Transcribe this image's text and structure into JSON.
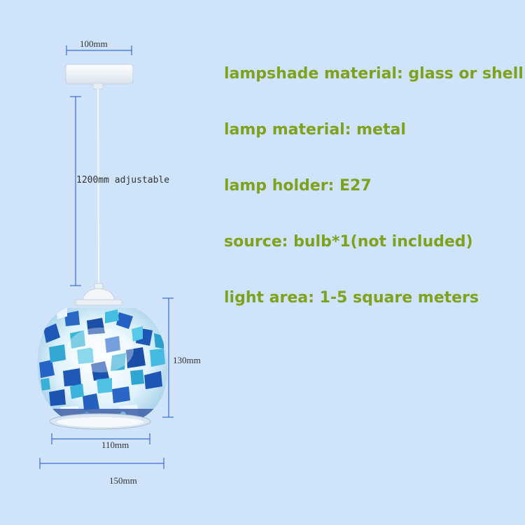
{
  "dimensions": {
    "canopy_width": "100mm",
    "cord_length": "1200mm adjustable",
    "shade_height": "130mm",
    "shade_opening": "110mm",
    "shade_width": "150mm"
  },
  "specs": [
    "lampshade material: glass or shell",
    "lamp material: metal",
    "lamp holder: E27",
    "source: bulb*1(not included)",
    "light area: 1-5 square meters"
  ],
  "colors": {
    "background": "#cfe3fa",
    "spec_text": "#7ea21c",
    "dimension_line": "#3a6fd8"
  }
}
